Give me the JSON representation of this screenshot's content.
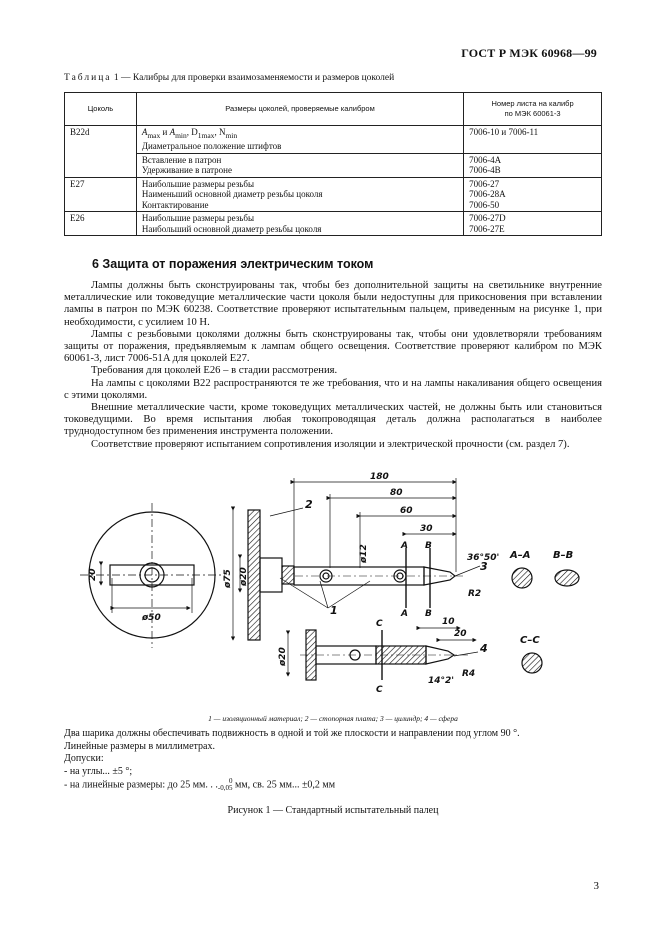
{
  "header": "ГОСТ Р МЭК 60968—99",
  "table_caption": {
    "prefix": "Таблица",
    "rest": " 1 — Калибры для проверки взаимозаменяемости и размеров цоколей"
  },
  "table": {
    "headers": [
      "Цоколь",
      "Размеры цоколей, проверяемые калибром",
      "Номер листа на калибр по МЭК 60061-3"
    ],
    "rows": [
      {
        "base": "B22d",
        "dims": [
          "A_max и A_min, D_1max, N_min",
          "Диаметральное положение штифтов"
        ],
        "sheet": [
          "7006-10 и 7006-11"
        ]
      },
      {
        "base": "",
        "dims": [
          "Вставление в патрон",
          "Удерживание в патроне"
        ],
        "sheet": [
          "7006-4A",
          "7006-4B"
        ]
      },
      {
        "base": "E27",
        "dims": [
          "Наибольшие размеры резьбы",
          "Наименьший основной диаметр резьбы цоколя",
          "Контактирование"
        ],
        "sheet": [
          "7006-27",
          "7006-28A",
          "7006-50"
        ]
      },
      {
        "base": "E26",
        "dims": [
          "Наибольшие размеры резьбы",
          "Наибольший основной диаметр резьбы цоколя"
        ],
        "sheet": [
          "7006-27D",
          "7006-27E"
        ]
      }
    ],
    "b22d_dims": {
      "a": "A",
      "amax": "max",
      "and": " и ",
      "amin": "min",
      "d": ", D",
      "d1max": "1max",
      "n": ", N",
      "nmin": "min"
    }
  },
  "section": {
    "title": "6 Защита от поражения электрическим током"
  },
  "paragraphs": [
    "Лампы должны быть сконструированы так, чтобы без дополнительной защиты на светильнике внутренние металлические или токоведущие металлические части цоколя были недоступны для прикосновения при вставлении лампы в патрон по МЭК 60238. Соответствие проверяют испытательным пальцем, приведенным на рисунке 1, при необходимости, с усилием 10 Н.",
    "Лампы с резьбовыми цоколями должны быть сконструированы так, чтобы они удовлетворяли требованиям защиты от поражения, предъявляемым к лампам общего освещения. Соответствие проверяют калибром по МЭК 60061-3, лист 7006-51A для цоколей E27.",
    "Требования для цоколей E26 – в стадии рассмотрения.",
    "На лампы с цоколями B22 распространяются те же требования, что и на лампы накаливания общего освещения с этими цоколями.",
    "Внешние металлические части, кроме токоведущих металлических частей, не должны быть или становиться токоведущими. Во время испытания любая токопроводящая деталь должна располагаться в наиболее труднодоступном без применения инструмента положении.",
    "Соответствие проверяют испытанием сопротивления изоляции и электрической прочности (см. раздел 7)."
  ],
  "figure": {
    "dims": {
      "d180": "180",
      "d80": "80",
      "d60": "60",
      "d30": "30",
      "d10": "10",
      "d20h": "20",
      "d20v": "20",
      "d50": "ø50",
      "d75": "ø75",
      "d20d": "ø20",
      "d12": "ø12",
      "d20c": "ø20",
      "r2": "R2",
      "r4": "R4",
      "ang1": "36°50'",
      "ang2": "14°2'"
    },
    "markers": {
      "A": "A",
      "B": "B",
      "C": "C",
      "n1": "1",
      "n2": "2",
      "n3": "3",
      "n4": "4",
      "secAA": "A–A",
      "secBB": "B–B",
      "secCC": "C–C"
    }
  },
  "legend": "1 — изоляционный материал; 2 — стопорная плата; 3 — цилиндр; 4 — сфера",
  "notes": {
    "l1": "Два шарика должны обеспечивать подвижность в одной и той же плоскости и направлении под углом 90 °.",
    "l2": "Линейные размеры в миллиметрах.",
    "l3": "Допуски:",
    "l4": "- на углы... ±5 °;",
    "l5a": "- на линейные размеры: до 25 мм. . .",
    "l5sup": "0",
    "l5sub": "-0,05",
    "l5b": " мм, св. 25 мм... ±0,2 мм"
  },
  "caption": "Рисунок 1 — Стандартный испытательный палец",
  "page_number": "3"
}
